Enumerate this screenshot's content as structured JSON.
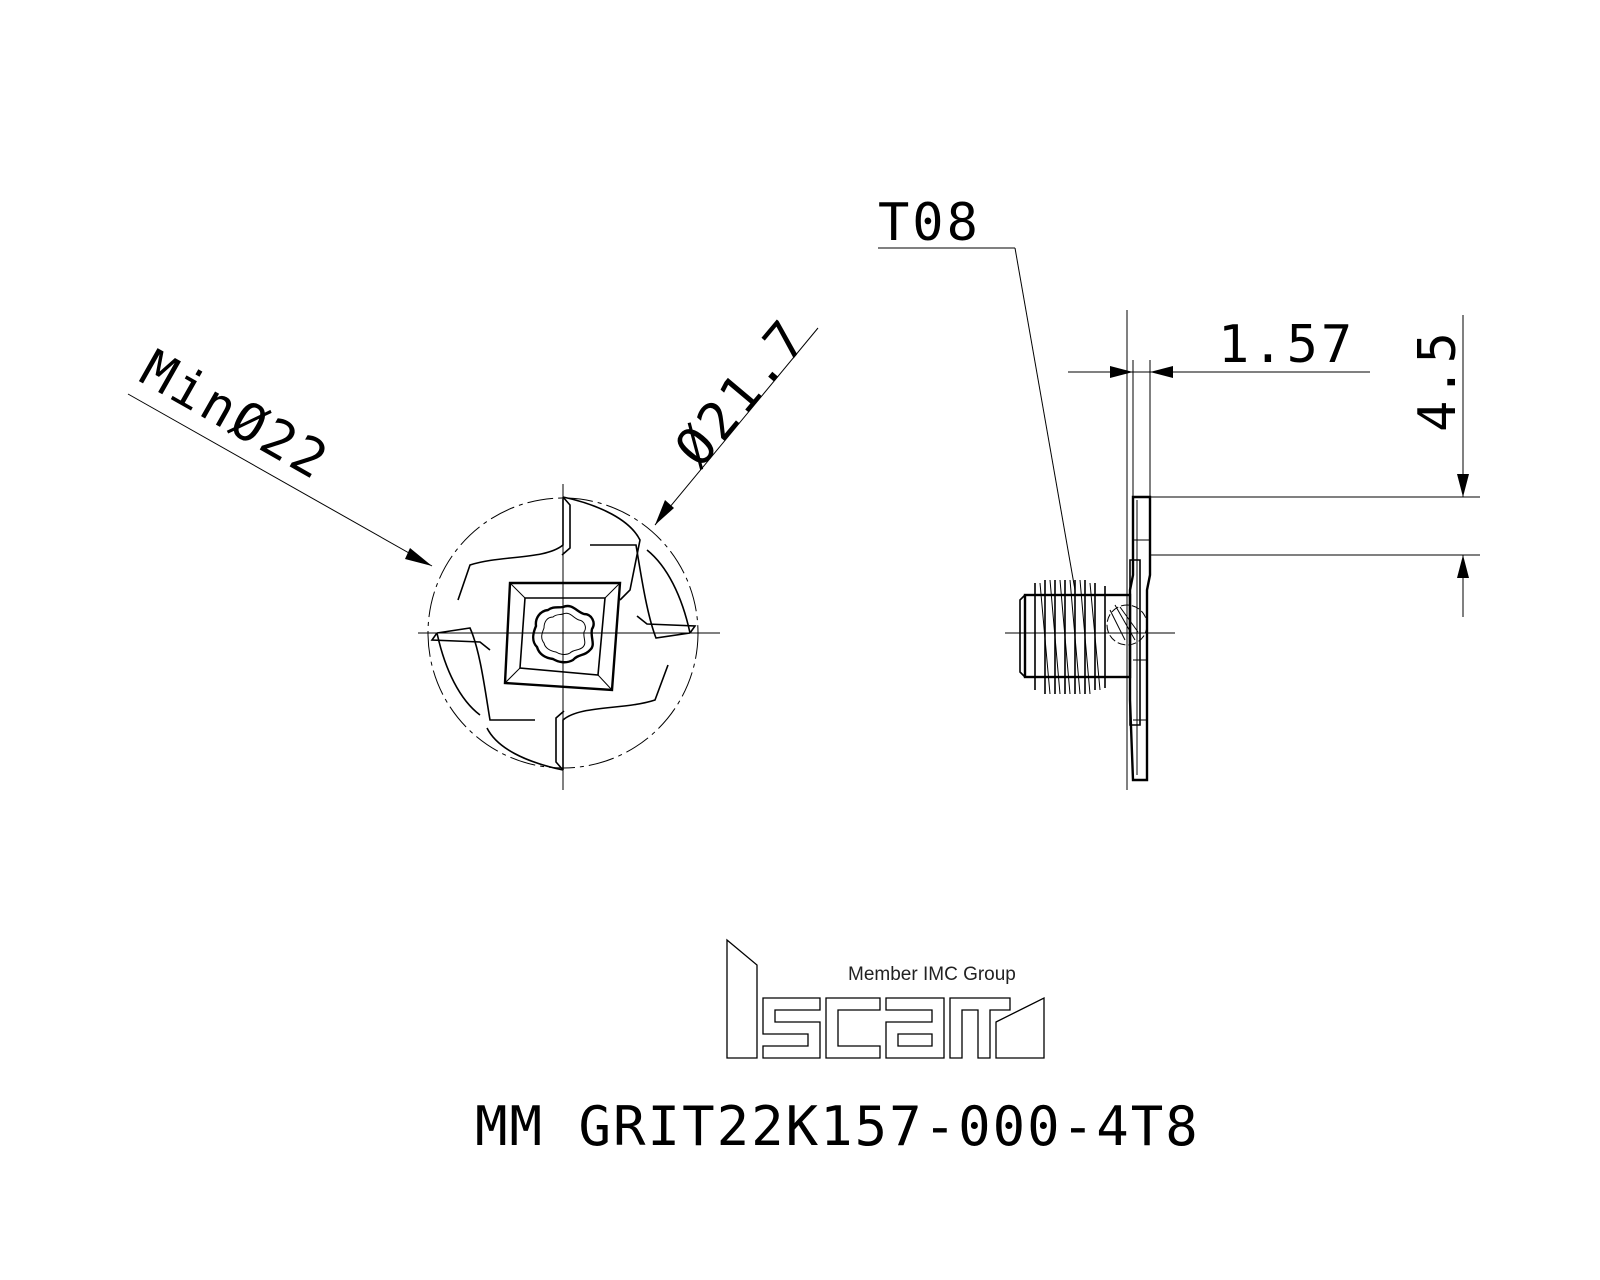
{
  "drawing": {
    "front_view": {
      "min_diameter_label": "MinØ22",
      "diameter_label": "Ø21.7"
    },
    "side_view": {
      "torx_label": "T08",
      "width_label": "1.57",
      "depth_label": "4.5"
    }
  },
  "logo": {
    "tagline": "Member IMC Group",
    "brand": "iscar"
  },
  "part_number": "MM GRIT22K157-000-4T8"
}
